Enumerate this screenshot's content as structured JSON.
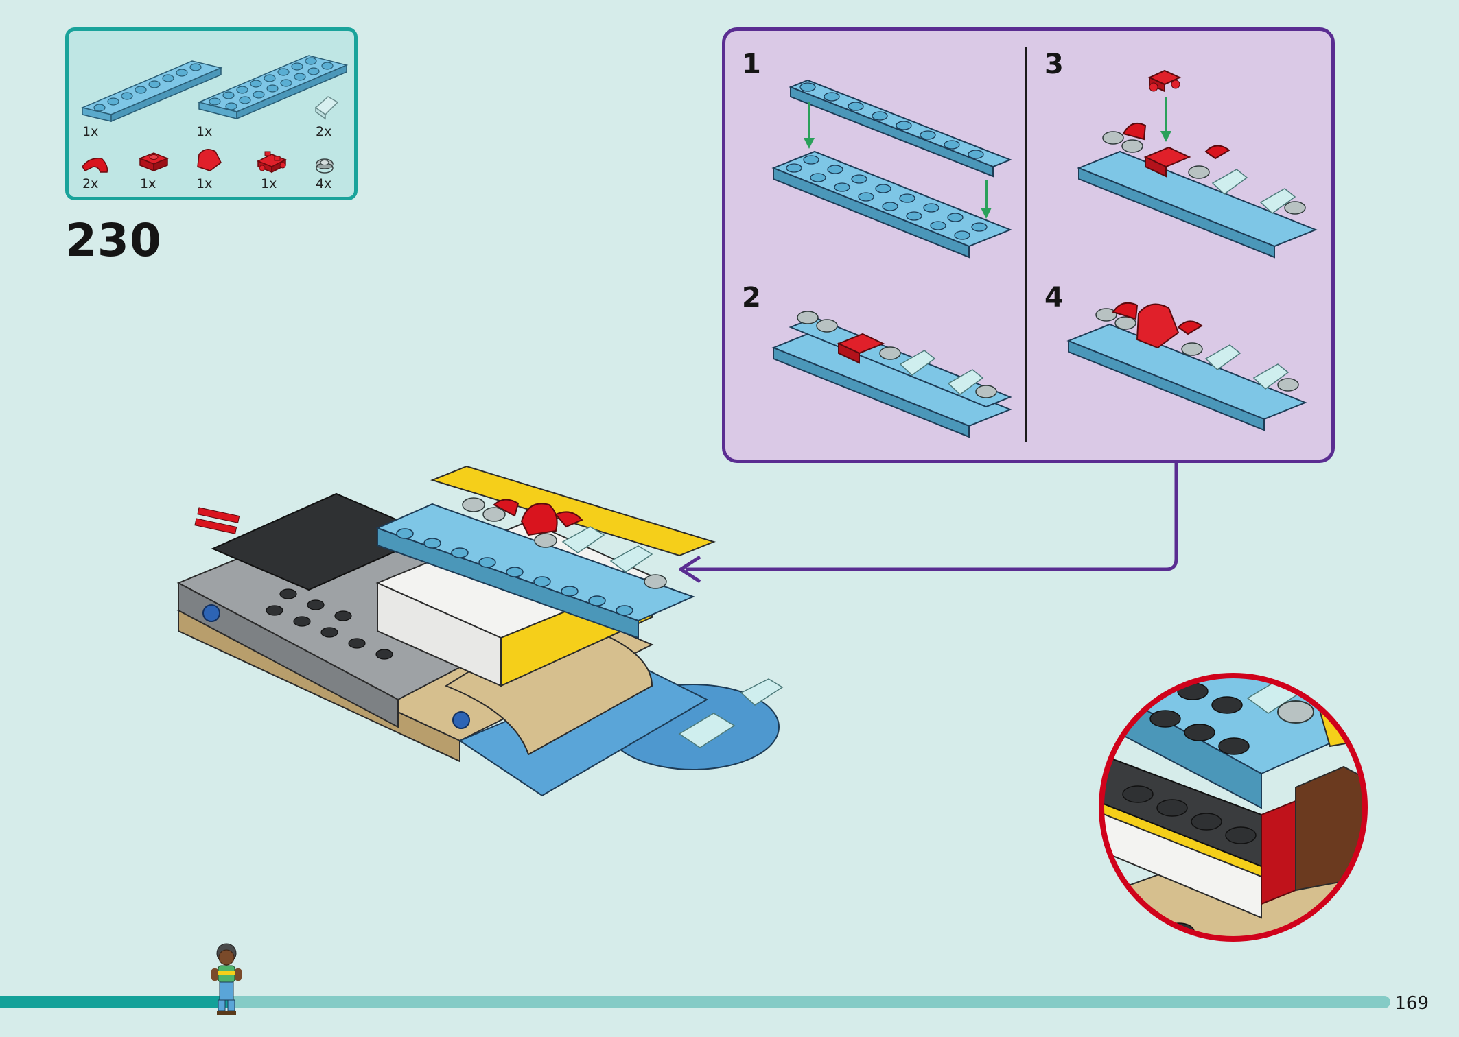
{
  "page": {
    "step_number": "230",
    "page_number": "169",
    "progress_fraction": 0.165
  },
  "parts": [
    {
      "qty": "1x",
      "icon": "light-blue-plate-1x8-icon"
    },
    {
      "qty": "1x",
      "icon": "light-blue-plate-2x8-icon"
    },
    {
      "qty": "2x",
      "icon": "trans-clear-slope-icon"
    },
    {
      "qty": "2x",
      "icon": "red-curved-piece-icon"
    },
    {
      "qty": "1x",
      "icon": "red-plate-1x2-icon"
    },
    {
      "qty": "1x",
      "icon": "red-curved-slope-icon"
    },
    {
      "qty": "1x",
      "icon": "red-plate-with-clips-icon"
    },
    {
      "qty": "4x",
      "icon": "grey-round-tile-icon"
    }
  ],
  "substeps": [
    "1",
    "2",
    "3",
    "4"
  ],
  "colors": {
    "background": "#d6ecea",
    "parts_border": "#1aa39b",
    "callout_border": "#5a2d91",
    "callout_fill": "#dac9e6",
    "zoom_border": "#d0021b",
    "progress_fill": "#14a199",
    "progress_track": "#84cbc6"
  }
}
